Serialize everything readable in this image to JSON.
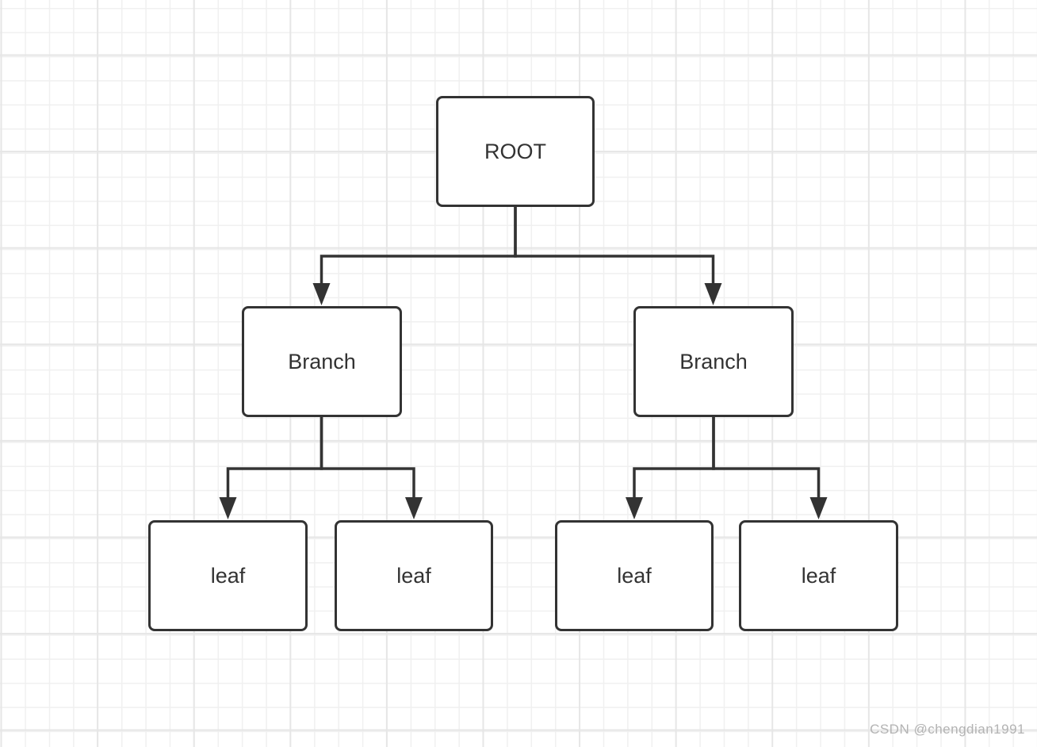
{
  "diagram": {
    "type": "tree",
    "nodes": {
      "root": {
        "label": "ROOT",
        "level": 0
      },
      "branch_left": {
        "label": "Branch",
        "level": 1
      },
      "branch_right": {
        "label": "Branch",
        "level": 1
      },
      "leaf_1": {
        "label": "leaf",
        "level": 2
      },
      "leaf_2": {
        "label": "leaf",
        "level": 2
      },
      "leaf_3": {
        "label": "leaf",
        "level": 2
      },
      "leaf_4": {
        "label": "leaf",
        "level": 2
      }
    },
    "edges": [
      {
        "from": "root",
        "to": "branch_left",
        "arrow": "down"
      },
      {
        "from": "root",
        "to": "branch_right",
        "arrow": "down"
      },
      {
        "from": "branch_left",
        "to": "leaf_1",
        "arrow": "down"
      },
      {
        "from": "branch_left",
        "to": "leaf_2",
        "arrow": "down"
      },
      {
        "from": "branch_right",
        "to": "leaf_3",
        "arrow": "down"
      },
      {
        "from": "branch_right",
        "to": "leaf_4",
        "arrow": "down"
      }
    ]
  },
  "watermark": {
    "text": "CSDN @chengdian1991"
  },
  "colors": {
    "background": "#ffffff",
    "grid_minor": "#f0f0f0",
    "grid_major": "#e6e6e6",
    "node_border": "#333333",
    "node_fill": "#ffffff",
    "node_text": "#333333",
    "edge": "#333333",
    "watermark": "#b3b3b3"
  }
}
